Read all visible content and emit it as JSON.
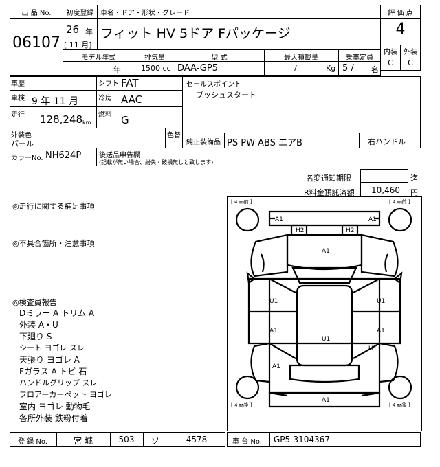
{
  "header": {
    "lot_label": "出 品 No.",
    "lot_no": "06107",
    "first_reg_label": "初度登録",
    "name_label": "車名・ドア・形状・グレード",
    "year": "26",
    "year_unit": "年",
    "month": "[ 11 月]",
    "car_name": "フィット HV 5ドア Fパッケージ",
    "score_label": "評 価 点",
    "score": "4",
    "interior_label": "内装",
    "exterior_label": "外装",
    "interior_grade": "C",
    "exterior_grade": "C"
  },
  "spec": {
    "model_year_label": "モデル年式",
    "displacement_label": "排気量",
    "type_label": "型 式",
    "max_load_label": "最大積載量",
    "capacity_label": "乗車定員",
    "model_year_unit": "年",
    "displacement": "1500 cc",
    "type": "DAA-GP5",
    "max_load_sep": "/",
    "max_load_unit": "Kg",
    "capacity": "5 /",
    "capacity_unit": "名"
  },
  "details": {
    "history_label": "車歴",
    "shift_label": "シフト",
    "shift": "FAT",
    "sales_point_label": "セールスポイント",
    "sales_point": "プッシュスタート",
    "inspection_label": "車検",
    "inspection": "9 年 11 月",
    "ac_label": "冷房",
    "ac": "AAC",
    "mileage_label": "走行",
    "mileage": "128,248",
    "mileage_unit": "km",
    "fuel_label": "燃料",
    "fuel": "G",
    "ext_color_label": "外装色",
    "ext_color": "パール",
    "repaint_label": "色替",
    "equipment_label": "純正装備品",
    "equipment": "PS PW ABS エアB",
    "handle": "右ハンドル",
    "color_no_label": "カラーNo.",
    "color_no": "NH624P",
    "aftermarket_label": "後送品申告欄",
    "aftermarket_note": "(記載が無い場合、紛失・破損無しと致します)"
  },
  "notices": {
    "name_change_label": "名変通知期限",
    "name_change_unit": "迄",
    "recycle_label": "R料金預託済額",
    "recycle_value": "10,460",
    "recycle_unit": "円"
  },
  "remarks": {
    "driving_title": "◎走行に関する補足事項",
    "defects_title": "◎不具合箇所・注意事項",
    "inspector_title": "◎検査員報告",
    "lines": [
      "Dミラー A トリム A",
      "外装 A・U",
      "下廻り S",
      "シート ヨゴレ スレ",
      "天張り ヨゴレ A",
      "Fガラス A トビ 石",
      "ハンドルグリップ スレ",
      "フロアーカーペット ヨゴレ",
      "室内 ヨゴレ 動物毛",
      "各所外装 鉄粉付着"
    ]
  },
  "diagram": {
    "tire_fl": "[ 4 ㎜前 ]",
    "tire_fr": "[ 4 ㎜前 ]",
    "tire_rl": "[ 4 ㎜後 ]",
    "tire_rr": "[ 4 ㎜後 ]",
    "mark_front_bumper_l": "A1",
    "mark_front_bumper_r": "A1",
    "mark_h2_l": "H2",
    "mark_h2_r": "H2",
    "mark_hood": "A1",
    "mark_door_fl": "U1",
    "mark_door_fr": "U1",
    "mark_door_rl": "A1",
    "mark_door_rr": "A1",
    "mark_roof": "U1",
    "mark_rear_fender_l": "A1",
    "mark_rear_fender_r": "U1",
    "mark_rear_bumper": "A1"
  },
  "footer": {
    "reg_label": "登 録 No.",
    "reg_area": "宮 城",
    "reg_class": "503",
    "reg_kana": "ソ",
    "reg_number": "4578",
    "chassis_label": "車 台 No.",
    "chassis_no": "GP5-3104367"
  }
}
